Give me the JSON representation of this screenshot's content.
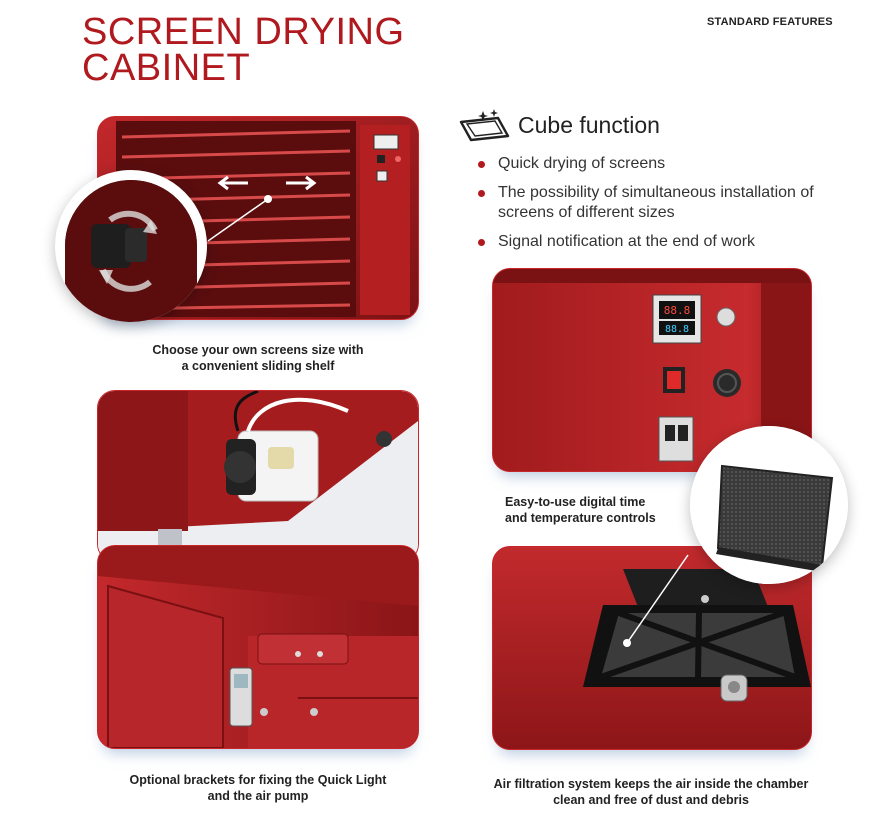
{
  "header": {
    "title_line1": "SCREEN DRYING",
    "title_line2": "CABINET",
    "section_label": "STANDARD FEATURES"
  },
  "feature": {
    "icon": "cube-function-icon",
    "title": "Cube function",
    "bullets": [
      "Quick drying of screens",
      "The possibility of simultaneous installation of screens of different sizes",
      "Signal notification at the end of work"
    ]
  },
  "captions": {
    "sliding_shelf_line1": "Choose your own screens size with",
    "sliding_shelf_line2": "a convenient sliding shelf",
    "brackets_line1": "Optional brackets for fixing the Quick Light",
    "brackets_line2": "and the air pump",
    "controls_line1": "Easy-to-use digital time",
    "controls_line2": "and temperature controls",
    "filtration_line1": "Air filtration system keeps the air inside the chamber",
    "filtration_line2": "clean and free of dust and debris"
  },
  "display": {
    "top_digits": "88.8",
    "bottom_digits": "88.8"
  },
  "colors": {
    "brand_red": "#b0191e",
    "cabinet_red": "#a51c1e",
    "text_dark": "#222222"
  }
}
